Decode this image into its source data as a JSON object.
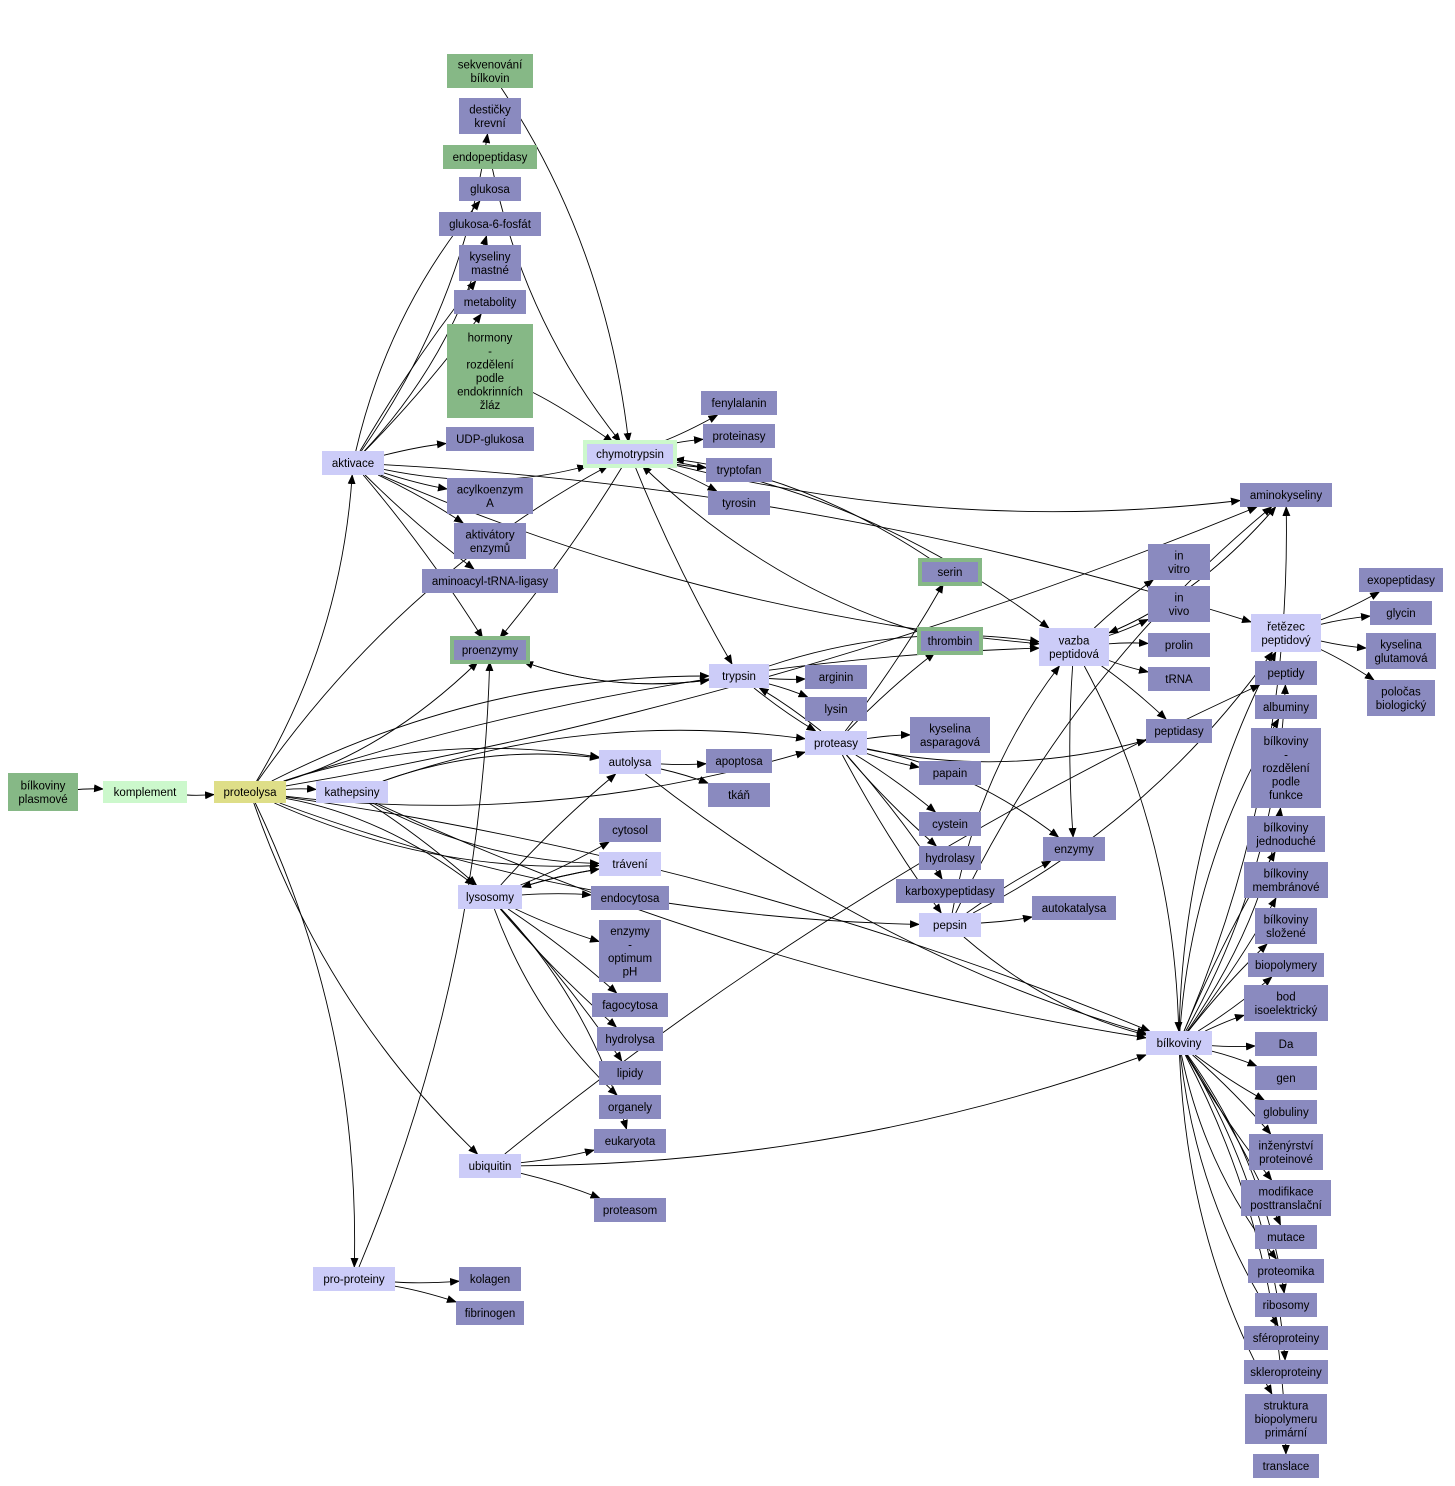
{
  "colors": {
    "related": "#8a8abf",
    "core": "#ccccf8",
    "green": "#86b886",
    "highlight": "#dede88",
    "light_green": "#ccf8cc",
    "edge": "#000000"
  },
  "nodes": {
    "bilkoviny_plasmove": {
      "label": "bílkoviny\nplasmové",
      "style": "green"
    },
    "komplement": {
      "label": "komplement",
      "style": "light_green"
    },
    "proteolysa": {
      "label": "proteolysa",
      "style": "highlight"
    },
    "kathepsiny": {
      "label": "kathepsiny",
      "style": "core"
    },
    "aktivace": {
      "label": "aktivace",
      "style": "core"
    },
    "sekvenovani": {
      "label": "sekvenování\nbílkovin",
      "style": "green"
    },
    "desticky": {
      "label": "destičky\nkrevní",
      "style": "related"
    },
    "endopeptidasy": {
      "label": "endopeptidasy",
      "style": "green"
    },
    "glukosa": {
      "label": "glukosa",
      "style": "related"
    },
    "glukosa6f": {
      "label": "glukosa-6-fosfát",
      "style": "related"
    },
    "kyseliny_mastne": {
      "label": "kyseliny\nmastné",
      "style": "related"
    },
    "metabolity": {
      "label": "metabolity",
      "style": "related"
    },
    "hormony": {
      "label": "hormony\n-\nrozdělení\npodle\nendokrinních\nžláz",
      "style": "green"
    },
    "udp_glukosa": {
      "label": "UDP-glukosa",
      "style": "related"
    },
    "acylkoenzym": {
      "label": "acylkoenzym\nA",
      "style": "related"
    },
    "aktivatory": {
      "label": "aktivátory\nenzymů",
      "style": "related"
    },
    "aminoacyl": {
      "label": "aminoacyl-tRNA-ligasy",
      "style": "related"
    },
    "proenzymy": {
      "label": "proenzymy",
      "style": "related_border_green"
    },
    "chymotrypsin": {
      "label": "chymotrypsin",
      "style": "core_border_lightgreen"
    },
    "fenylalanin": {
      "label": "fenylalanin",
      "style": "related"
    },
    "proteinasy": {
      "label": "proteinasy",
      "style": "related"
    },
    "tryptofan": {
      "label": "tryptofan",
      "style": "related"
    },
    "tyrosin": {
      "label": "tyrosin",
      "style": "related"
    },
    "serin": {
      "label": "serin",
      "style": "related_border_green"
    },
    "thrombin": {
      "label": "thrombin",
      "style": "related_border_green"
    },
    "trypsin": {
      "label": "trypsin",
      "style": "core"
    },
    "arginin": {
      "label": "arginin",
      "style": "related"
    },
    "lysin": {
      "label": "lysin",
      "style": "related"
    },
    "proteasy": {
      "label": "proteasy",
      "style": "core"
    },
    "kyselina_asparagova": {
      "label": "kyselina\nasparagová",
      "style": "related"
    },
    "papain": {
      "label": "papain",
      "style": "related"
    },
    "cystein": {
      "label": "cystein",
      "style": "related"
    },
    "hydrolasy": {
      "label": "hydrolasy",
      "style": "related"
    },
    "karboxypeptidasy": {
      "label": "karboxypeptidasy",
      "style": "related"
    },
    "autolysa": {
      "label": "autolysa",
      "style": "core"
    },
    "apoptosa": {
      "label": "apoptosa",
      "style": "related"
    },
    "tkan": {
      "label": "tkáň",
      "style": "related"
    },
    "cytosol": {
      "label": "cytosol",
      "style": "related"
    },
    "traveni": {
      "label": "trávení",
      "style": "core"
    },
    "lysosomy": {
      "label": "lysosomy",
      "style": "core"
    },
    "endocytosa": {
      "label": "endocytosa",
      "style": "related"
    },
    "enzymy_optimum": {
      "label": "enzymy\n-\noptimum\npH",
      "style": "related"
    },
    "fagocytosa": {
      "label": "fagocytosa",
      "style": "related"
    },
    "hydrolysa": {
      "label": "hydrolysa",
      "style": "related"
    },
    "lipidy": {
      "label": "lipidy",
      "style": "related"
    },
    "organely": {
      "label": "organely",
      "style": "related"
    },
    "eukaryota": {
      "label": "eukaryota",
      "style": "related"
    },
    "ubiquitin": {
      "label": "ubiquitin",
      "style": "core"
    },
    "proteasom": {
      "label": "proteasom",
      "style": "related"
    },
    "pro_proteiny": {
      "label": "pro-proteiny",
      "style": "core"
    },
    "kolagen": {
      "label": "kolagen",
      "style": "related"
    },
    "fibrinogen": {
      "label": "fibrinogen",
      "style": "related"
    },
    "pepsin": {
      "label": "pepsin",
      "style": "core"
    },
    "enzymy": {
      "label": "enzymy",
      "style": "related"
    },
    "autokatalysa": {
      "label": "autokatalysa",
      "style": "related"
    },
    "vazba": {
      "label": "vazba\npeptidová",
      "style": "core"
    },
    "in_vitro": {
      "label": "in\nvitro",
      "style": "related"
    },
    "in_vivo": {
      "label": "in\nvivo",
      "style": "related"
    },
    "prolin": {
      "label": "prolin",
      "style": "related"
    },
    "trna": {
      "label": "tRNA",
      "style": "related"
    },
    "peptidasy": {
      "label": "peptidasy",
      "style": "related"
    },
    "aminokyseliny": {
      "label": "aminokyseliny",
      "style": "related"
    },
    "retezec": {
      "label": "řetězec\npeptidový",
      "style": "core"
    },
    "exopeptidasy": {
      "label": "exopeptidasy",
      "style": "related"
    },
    "glycin": {
      "label": "glycin",
      "style": "related"
    },
    "kyselina_glutamova": {
      "label": "kyselina\nglutamová",
      "style": "related"
    },
    "polocas": {
      "label": "poločas\nbiologický",
      "style": "related"
    },
    "bilkoviny": {
      "label": "bílkoviny",
      "style": "core"
    },
    "peptidy": {
      "label": "peptidy",
      "style": "related"
    },
    "albuminy": {
      "label": "albuminy",
      "style": "related"
    },
    "bilkoviny_rozdeleni": {
      "label": "bílkoviny\n-\nrozdělení\npodle\nfunkce",
      "style": "related"
    },
    "bilkoviny_jednoduche": {
      "label": "bílkoviny\njednoduché",
      "style": "related"
    },
    "bilkoviny_membranove": {
      "label": "bílkoviny\nmembránové",
      "style": "related"
    },
    "bilkoviny_slozene": {
      "label": "bílkoviny\nsložené",
      "style": "related"
    },
    "biopolymery": {
      "label": "biopolymery",
      "style": "related"
    },
    "bod_isoelektricky": {
      "label": "bod\nisoelektrický",
      "style": "related"
    },
    "da": {
      "label": "Da",
      "style": "related"
    },
    "gen": {
      "label": "gen",
      "style": "related"
    },
    "globuliny": {
      "label": "globuliny",
      "style": "related"
    },
    "inzenyrstvi": {
      "label": "inženýrství\nproteinové",
      "style": "related"
    },
    "modifikace": {
      "label": "modifikace\nposttranslační",
      "style": "related"
    },
    "mutace": {
      "label": "mutace",
      "style": "related"
    },
    "proteomika": {
      "label": "proteomika",
      "style": "related"
    },
    "ribosomy": {
      "label": "ribosomy",
      "style": "related"
    },
    "sferoproteiny": {
      "label": "sféroproteiny",
      "style": "related"
    },
    "skleroproteiny": {
      "label": "skleroproteiny",
      "style": "related"
    },
    "struktura": {
      "label": "struktura\nbiopolymeru\nprimární",
      "style": "related"
    },
    "translace": {
      "label": "translace",
      "style": "related"
    }
  },
  "edges": [
    [
      "bilkoviny_plasmove",
      "komplement"
    ],
    [
      "komplement",
      "proteolysa"
    ],
    [
      "proteolysa",
      "kathepsiny"
    ],
    [
      "proteolysa",
      "aktivace"
    ],
    [
      "proteolysa",
      "chymotrypsin"
    ],
    [
      "proteolysa",
      "proenzymy"
    ],
    [
      "proteolysa",
      "trypsin"
    ],
    [
      "proteolysa",
      "proteasy"
    ],
    [
      "proteolysa",
      "autolysa"
    ],
    [
      "proteolysa",
      "traveni"
    ],
    [
      "proteolysa",
      "lysosomy"
    ],
    [
      "proteolysa",
      "ubiquitin"
    ],
    [
      "proteolysa",
      "pro_proteiny"
    ],
    [
      "proteolysa",
      "pepsin"
    ],
    [
      "proteolysa",
      "bilkoviny"
    ],
    [
      "proteolysa",
      "aminokyseliny"
    ],
    [
      "proteolysa",
      "vazba"
    ],
    [
      "aktivace",
      "desticky"
    ],
    [
      "aktivace",
      "glukosa"
    ],
    [
      "aktivace",
      "glukosa6f"
    ],
    [
      "aktivace",
      "kyseliny_mastne"
    ],
    [
      "aktivace",
      "metabolity"
    ],
    [
      "aktivace",
      "udp_glukosa"
    ],
    [
      "aktivace",
      "acylkoenzym"
    ],
    [
      "aktivace",
      "aktivatory"
    ],
    [
      "aktivace",
      "aminoacyl"
    ],
    [
      "aktivace",
      "proenzymy"
    ],
    [
      "aktivace",
      "chymotrypsin"
    ],
    [
      "aktivace",
      "retezec"
    ],
    [
      "aktivace",
      "vazba"
    ],
    [
      "sekvenovani",
      "chymotrypsin"
    ],
    [
      "endopeptidasy",
      "chymotrypsin"
    ],
    [
      "hormony",
      "chymotrypsin"
    ],
    [
      "chymotrypsin",
      "fenylalanin"
    ],
    [
      "chymotrypsin",
      "proteinasy"
    ],
    [
      "chymotrypsin",
      "tryptofan"
    ],
    [
      "chymotrypsin",
      "tyrosin"
    ],
    [
      "chymotrypsin",
      "trypsin"
    ],
    [
      "chymotrypsin",
      "proenzymy"
    ],
    [
      "chymotrypsin",
      "aminokyseliny"
    ],
    [
      "chymotrypsin",
      "vazba"
    ],
    [
      "serin",
      "chymotrypsin"
    ],
    [
      "thrombin",
      "chymotrypsin"
    ],
    [
      "proenzymy",
      "trypsin"
    ],
    [
      "trypsin",
      "proenzymy"
    ],
    [
      "trypsin",
      "arginin"
    ],
    [
      "trypsin",
      "lysin"
    ],
    [
      "trypsin",
      "proteasy"
    ],
    [
      "trypsin",
      "vazba"
    ],
    [
      "proteasy",
      "trypsin"
    ],
    [
      "proteasy",
      "kyselina_asparagova"
    ],
    [
      "proteasy",
      "papain"
    ],
    [
      "proteasy",
      "cystein"
    ],
    [
      "proteasy",
      "hydrolasy"
    ],
    [
      "proteasy",
      "karboxypeptidasy"
    ],
    [
      "proteasy",
      "serin"
    ],
    [
      "proteasy",
      "thrombin"
    ],
    [
      "proteasy",
      "pepsin"
    ],
    [
      "proteasy",
      "enzymy"
    ],
    [
      "proteasy",
      "peptidasy"
    ],
    [
      "kathepsiny",
      "autolysa"
    ],
    [
      "kathepsiny",
      "traveni"
    ],
    [
      "kathepsiny",
      "lysosomy"
    ],
    [
      "kathepsiny",
      "bilkoviny"
    ],
    [
      "kathepsiny",
      "proteasy"
    ],
    [
      "autolysa",
      "apoptosa"
    ],
    [
      "autolysa",
      "tkan"
    ],
    [
      "autolysa",
      "bilkoviny"
    ],
    [
      "lysosomy",
      "autolysa"
    ],
    [
      "lysosomy",
      "cytosol"
    ],
    [
      "lysosomy",
      "traveni"
    ],
    [
      "traveni",
      "lysosomy"
    ],
    [
      "lysosomy",
      "endocytosa"
    ],
    [
      "lysosomy",
      "enzymy_optimum"
    ],
    [
      "lysosomy",
      "fagocytosa"
    ],
    [
      "lysosomy",
      "hydrolysa"
    ],
    [
      "lysosomy",
      "lipidy"
    ],
    [
      "lysosomy",
      "organely"
    ],
    [
      "lysosomy",
      "eukaryota"
    ],
    [
      "ubiquitin",
      "eukaryota"
    ],
    [
      "ubiquitin",
      "proteasom"
    ],
    [
      "ubiquitin",
      "bilkoviny"
    ],
    [
      "ubiquitin",
      "peptidy"
    ],
    [
      "pro_proteiny",
      "kolagen"
    ],
    [
      "pro_proteiny",
      "fibrinogen"
    ],
    [
      "pro_proteiny",
      "proenzymy"
    ],
    [
      "pepsin",
      "enzymy"
    ],
    [
      "pepsin",
      "autokatalysa"
    ],
    [
      "pepsin",
      "vazba"
    ],
    [
      "pepsin",
      "bilkoviny"
    ],
    [
      "pepsin",
      "aminokyseliny"
    ],
    [
      "pepsin",
      "retezec"
    ],
    [
      "vazba",
      "in_vitro"
    ],
    [
      "vazba",
      "in_vivo"
    ],
    [
      "vazba",
      "prolin"
    ],
    [
      "vazba",
      "trna"
    ],
    [
      "vazba",
      "peptidasy"
    ],
    [
      "vazba",
      "aminokyseliny"
    ],
    [
      "vazba",
      "bilkoviny"
    ],
    [
      "vazba",
      "enzymy"
    ],
    [
      "aminokyseliny",
      "vazba"
    ],
    [
      "retezec",
      "exopeptidasy"
    ],
    [
      "retezec",
      "glycin"
    ],
    [
      "retezec",
      "kyselina_glutamova"
    ],
    [
      "retezec",
      "polocas"
    ],
    [
      "bilkoviny",
      "aminokyseliny"
    ],
    [
      "bilkoviny",
      "retezec"
    ],
    [
      "bilkoviny",
      "peptidy"
    ],
    [
      "bilkoviny",
      "albuminy"
    ],
    [
      "bilkoviny",
      "bilkoviny_rozdeleni"
    ],
    [
      "bilkoviny",
      "bilkoviny_jednoduche"
    ],
    [
      "bilkoviny",
      "bilkoviny_membranove"
    ],
    [
      "bilkoviny",
      "bilkoviny_slozene"
    ],
    [
      "bilkoviny",
      "biopolymery"
    ],
    [
      "bilkoviny",
      "bod_isoelektricky"
    ],
    [
      "bilkoviny",
      "da"
    ],
    [
      "bilkoviny",
      "gen"
    ],
    [
      "bilkoviny",
      "globuliny"
    ],
    [
      "bilkoviny",
      "inzenyrstvi"
    ],
    [
      "bilkoviny",
      "modifikace"
    ],
    [
      "bilkoviny",
      "mutace"
    ],
    [
      "bilkoviny",
      "proteomika"
    ],
    [
      "bilkoviny",
      "ribosomy"
    ],
    [
      "bilkoviny",
      "sferoproteiny"
    ],
    [
      "bilkoviny",
      "skleroproteiny"
    ],
    [
      "bilkoviny",
      "struktura"
    ],
    [
      "bilkoviny",
      "translace"
    ]
  ]
}
